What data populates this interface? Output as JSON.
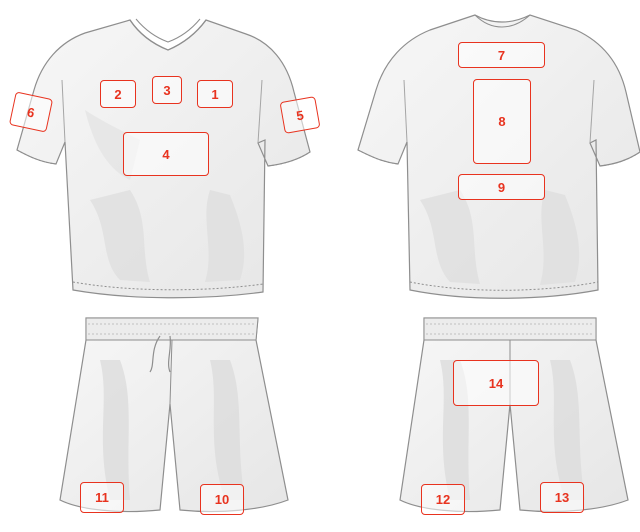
{
  "zones": [
    {
      "number": "1"
    },
    {
      "number": "2"
    },
    {
      "number": "3"
    },
    {
      "number": "4"
    },
    {
      "number": "5"
    },
    {
      "number": "6"
    },
    {
      "number": "7"
    },
    {
      "number": "8"
    },
    {
      "number": "9"
    },
    {
      "number": "10"
    },
    {
      "number": "11"
    },
    {
      "number": "12"
    },
    {
      "number": "13"
    },
    {
      "number": "14"
    }
  ],
  "colors": {
    "zone_outline": "#e8331f",
    "garment_fill": "#f4f4f4",
    "garment_shading": "#d9d9d9",
    "garment_outline": "#8e8e8e"
  }
}
